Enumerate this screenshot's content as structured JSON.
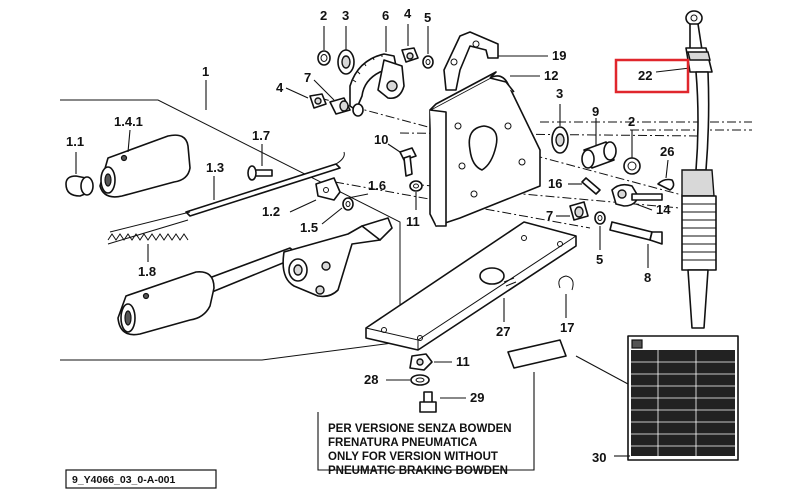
{
  "diagram": {
    "reference_code": "9_Y4066_03_0-A-001",
    "note_lines": [
      "PER VERSIONE SENZA BOWDEN",
      "FRENATURA PNEUMATICA",
      "ONLY FOR VERSION WITHOUT",
      "PNEUMATIC BRAKING BOWDEN"
    ],
    "highlight_color": "#e0262c",
    "highlighted_part": "22",
    "labels": {
      "p1": "1",
      "p1_1": "1.1",
      "p1_4_1": "1.4.1",
      "p1_7": "1.7",
      "p1_3": "1.3",
      "p1_6": "1.6",
      "p1_2": "1.2",
      "p1_5": "1.5",
      "p1_8": "1.8",
      "p2a": "2",
      "p3a": "3",
      "p6": "6",
      "p4a": "4",
      "p5a": "5",
      "p19": "19",
      "p12": "12",
      "p4b": "4",
      "p7a": "7",
      "p10": "10",
      "p11a": "11",
      "p3b": "3",
      "p9": "9",
      "p2b": "2",
      "p16": "16",
      "p7b": "7",
      "p26": "26",
      "p14": "14",
      "p5b": "5",
      "p8": "8",
      "p22": "22",
      "p27": "27",
      "p17": "17",
      "p11b": "11",
      "p28": "28",
      "p29": "29",
      "p30": "30"
    }
  }
}
